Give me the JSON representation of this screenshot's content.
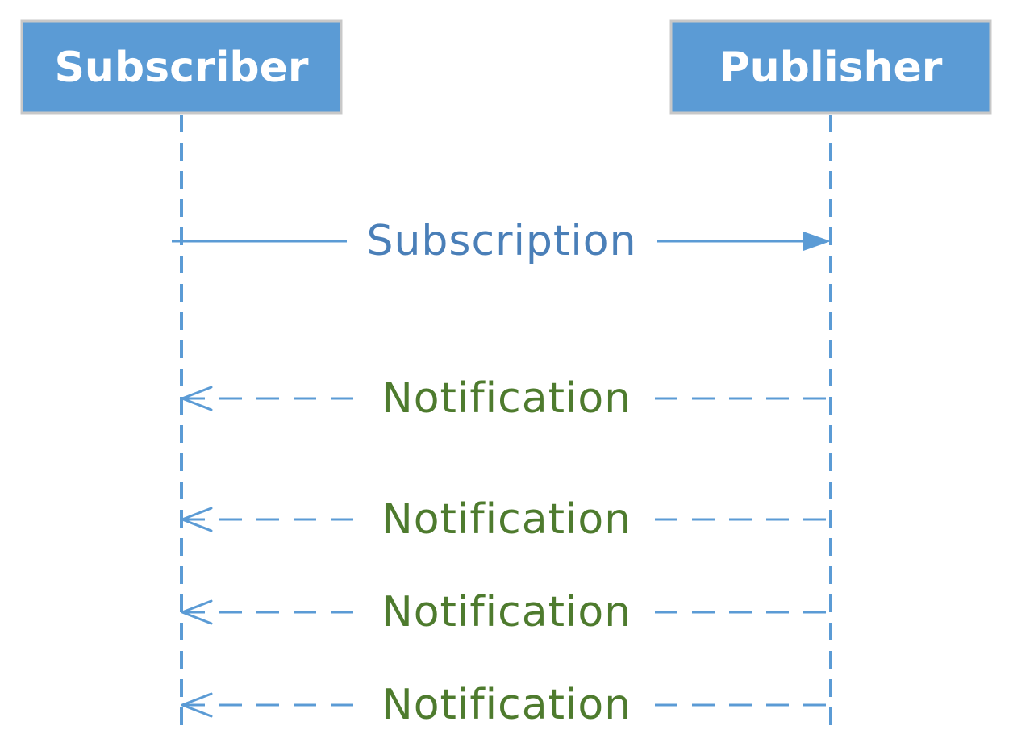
{
  "diagram": {
    "type": "sequence",
    "participants": [
      {
        "id": "subscriber",
        "label": "Subscriber"
      },
      {
        "id": "publisher",
        "label": "Publisher"
      }
    ],
    "messages": [
      {
        "id": "m1",
        "from": "subscriber",
        "to": "publisher",
        "label": "Subscription",
        "style": "solid",
        "arrow": "filled"
      },
      {
        "id": "m2",
        "from": "publisher",
        "to": "subscriber",
        "label": "Notification",
        "style": "dashed",
        "arrow": "open"
      },
      {
        "id": "m3",
        "from": "publisher",
        "to": "subscriber",
        "label": "Notification",
        "style": "dashed",
        "arrow": "open"
      },
      {
        "id": "m4",
        "from": "publisher",
        "to": "subscriber",
        "label": "Notification",
        "style": "dashed",
        "arrow": "open"
      },
      {
        "id": "m5",
        "from": "publisher",
        "to": "subscriber",
        "label": "Notification",
        "style": "dashed",
        "arrow": "open"
      }
    ]
  },
  "colors": {
    "actor_fill": "#5b9bd5",
    "actor_border": "#c8c8c8",
    "actor_text": "#ffffff",
    "lifeline": "#5b9bd5",
    "subscription_text": "#4a7fb8",
    "notification_text": "#4e7b2e",
    "message_line": "#5b9bd5"
  }
}
